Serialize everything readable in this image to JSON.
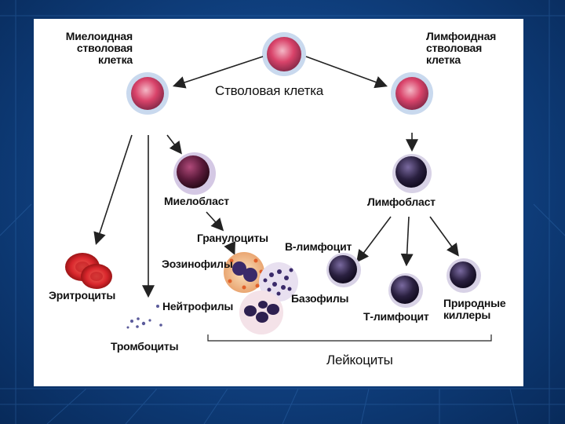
{
  "diagram": {
    "labels": {
      "myeloid_line1": "Миелоидная",
      "myeloid_line2": "стволовая",
      "myeloid_line3": "клетка",
      "lymphoid_line1": "Лимфоидная",
      "lymphoid_line2": "стволовая",
      "lymphoid_line3": "клетка",
      "stem_cell": "Стволовая клетка",
      "myeloblast": "Миелобласт",
      "lymphoblast": "Лимфобласт",
      "granulocytes": "Гранулоциты",
      "b_lymphocyte": "В-лимфоцит",
      "eosinophils": "Эозинофилы",
      "basophils": "Базофилы",
      "neutrophils": "Нейтрофилы",
      "erythrocytes": "Эритроциты",
      "platelets": "Тромбоциты",
      "t_lymphocyte": "Т-лимфоцит",
      "nk_line1": "Природные",
      "nk_line2": "киллеры",
      "leukocytes": "Лейкоциты"
    },
    "colors": {
      "stem_fill": "#d9436a",
      "blast_fill": "#5a1a3a",
      "lymph_fill": "#2a2040",
      "rbc_fill": "#d8262c",
      "arrow": "#222222",
      "slide_bg_dark": "#082a5a",
      "slide_bg_light": "#1f5fa8"
    }
  }
}
